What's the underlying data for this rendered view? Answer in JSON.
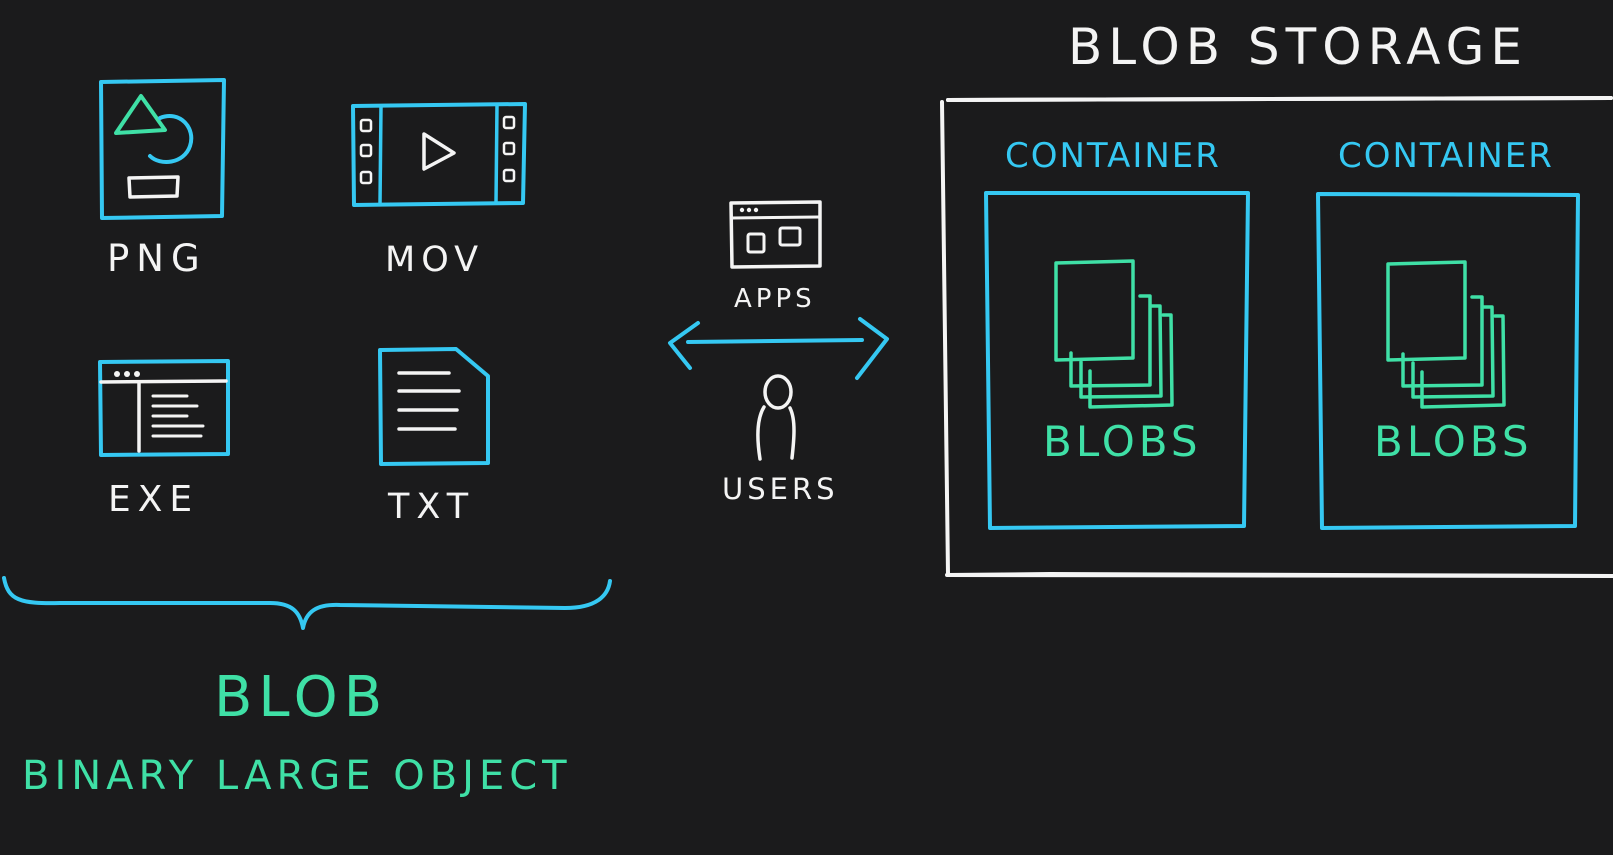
{
  "file_types": {
    "png": "PNG",
    "mov": "MOV",
    "exe": "EXE",
    "txt": "TXT"
  },
  "blob": {
    "title": "BLOB",
    "subtitle": "BINARY LARGE OBJECT"
  },
  "access": {
    "apps": "APPS",
    "users": "USERS"
  },
  "storage": {
    "title": "BLOB STORAGE",
    "containers": [
      {
        "label": "CONTAINER",
        "contents": "BLOBS"
      },
      {
        "label": "CONTAINER",
        "contents": "BLOBS"
      }
    ]
  },
  "colors": {
    "background": "#1b1b1c",
    "white": "#f4f4f4",
    "blue": "#35c8f2",
    "green": "#3fe0a6"
  }
}
